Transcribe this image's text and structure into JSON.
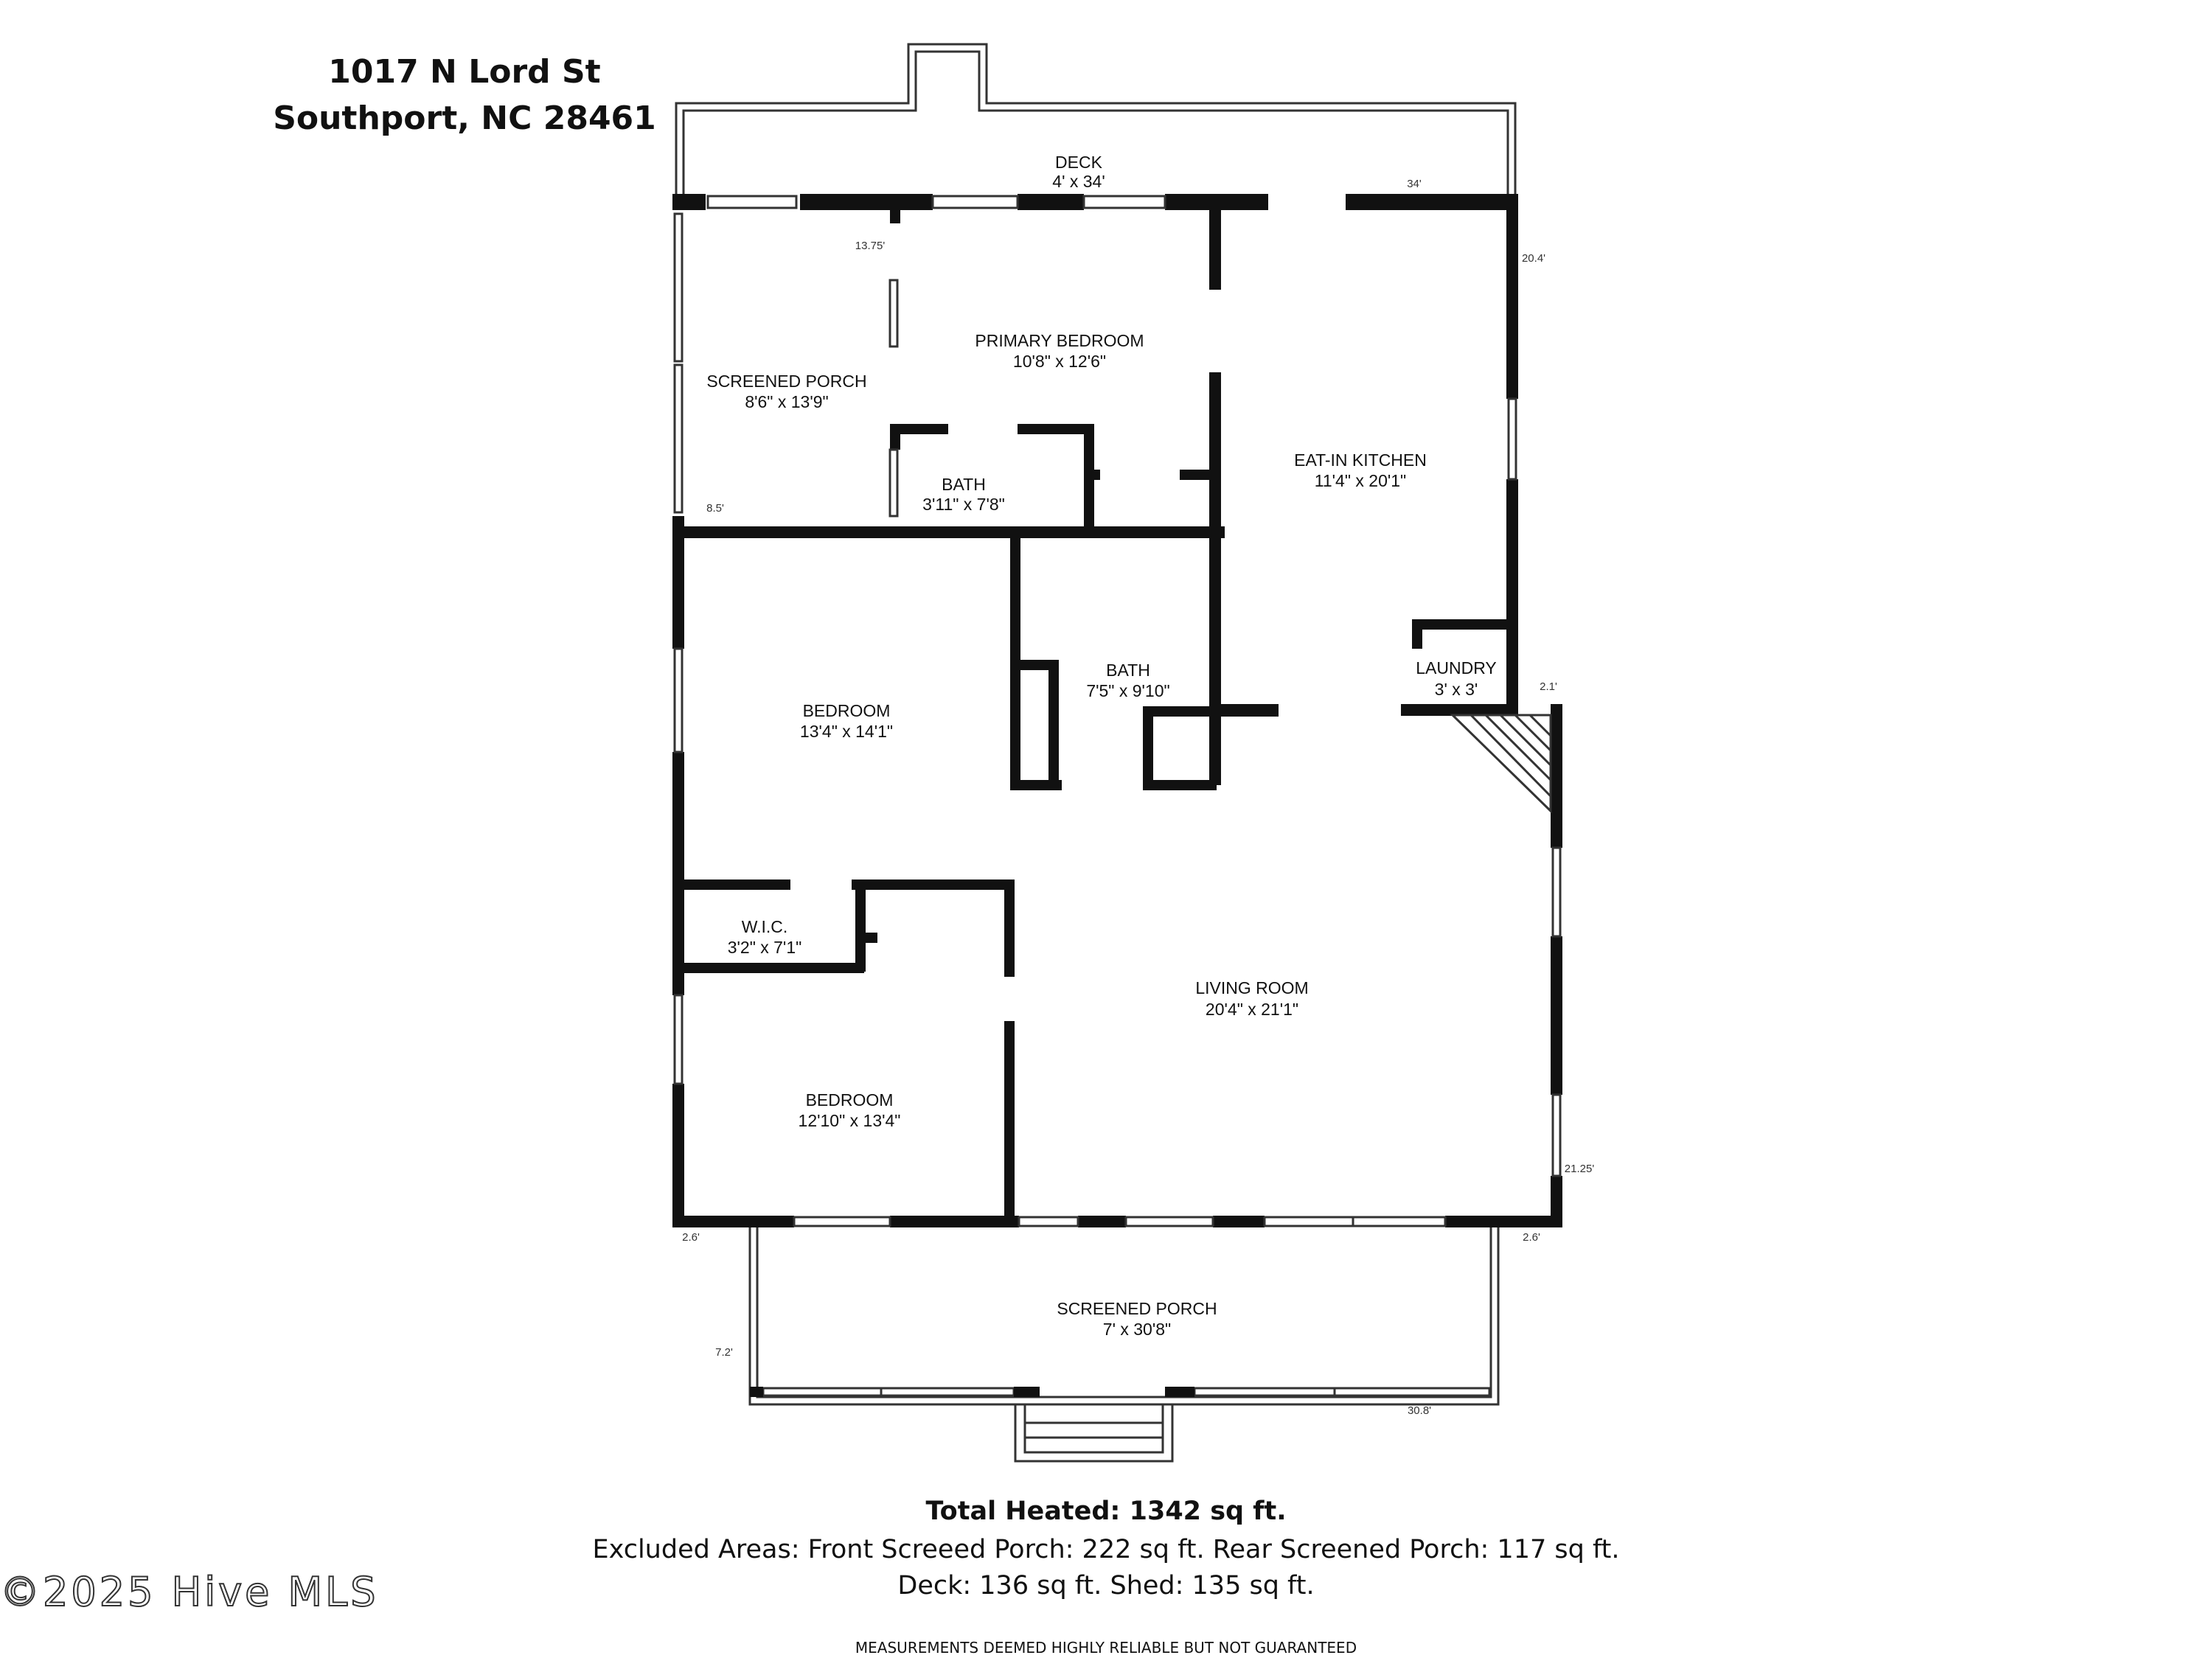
{
  "header": {
    "address_line1": "1017 N Lord St",
    "address_line2": "Southport, NC 28461"
  },
  "rooms": {
    "deck": {
      "name": "DECK",
      "dims": "4' x 34'"
    },
    "rear_screened_porch": {
      "name": "SCREENED PORCH",
      "dims": "8'6\" x 13'9\""
    },
    "primary_bedroom": {
      "name": "PRIMARY BEDROOM",
      "dims": "10'8\" x 12'6\""
    },
    "primary_bath": {
      "name": "BATH",
      "dims": "3'11\" x 7'8\""
    },
    "kitchen": {
      "name": "EAT-IN KITCHEN",
      "dims": "11'4\" x 20'1\""
    },
    "bedroom_1": {
      "name": "BEDROOM",
      "dims": "13'4\" x 14'1\""
    },
    "hall_bath": {
      "name": "BATH",
      "dims": "7'5\" x 9'10\""
    },
    "laundry": {
      "name": "LAUNDRY",
      "dims": "3' x 3'"
    },
    "wic": {
      "name": "W.I.C.",
      "dims": "3'2\" x 7'1\""
    },
    "living_room": {
      "name": "LIVING ROOM",
      "dims": "20'4\" x 21'1\""
    },
    "bedroom_2": {
      "name": "BEDROOM",
      "dims": "12'10\" x 13'4\""
    },
    "front_screened_porch": {
      "name": "SCREENED PORCH",
      "dims": "7' x 30'8\""
    }
  },
  "measurements": {
    "deck_width": "34'",
    "rear_porch_top": "13.75'",
    "kitchen_side": "20.4'",
    "rear_porch_bottom": "8.5'",
    "laundry_jog": "2.1'",
    "living_side": "21.25'",
    "porch_left_jog": "2.6'",
    "porch_right_jog": "2.6'",
    "porch_depth": "7.2'",
    "porch_width": "30.8'"
  },
  "footer": {
    "total_heated": "Total Heated: 1342 sq ft.",
    "excluded_line1": "Excluded Areas: Front Screeed Porch: 222 sq ft. Rear Screened Porch: 117 sq ft.",
    "excluded_line2": "Deck: 136 sq ft. Shed: 135 sq ft.",
    "disclaimer": "MEASUREMENTS DEEMED HIGHLY RELIABLE BUT NOT GUARANTEED"
  },
  "watermark": "©2025 Hive MLS"
}
